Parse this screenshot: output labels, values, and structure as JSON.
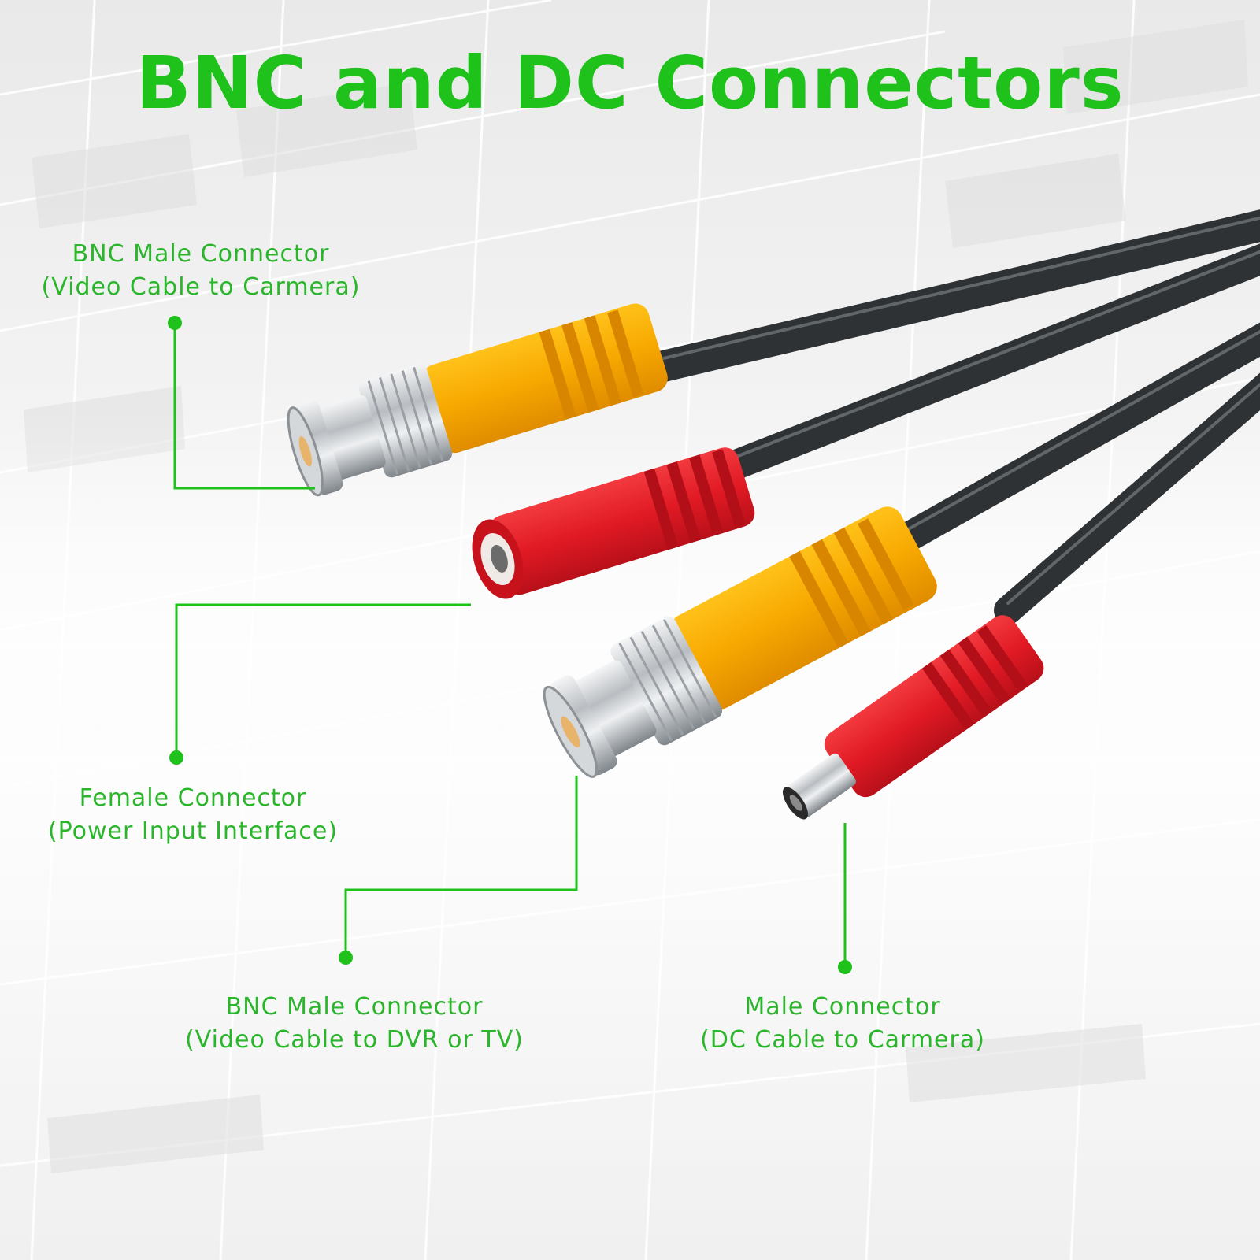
{
  "title": "BNC and DC Connectors",
  "accent_color": "#1fc11b",
  "cable_colors": {
    "cable": "#2e3234",
    "yellow_boot": "#f7a800",
    "red_boot": "#e11a24",
    "metal": "#c8cbcf"
  },
  "callouts": [
    {
      "id": "bnc-male-camera",
      "line1": "BNC Male Connector",
      "line2": "(Video Cable to Carmera)"
    },
    {
      "id": "female-power",
      "line1": "Female Connector",
      "line2": "(Power Input Interface)"
    },
    {
      "id": "bnc-male-dvr",
      "line1": "BNC Male Connector",
      "line2": "(Video Cable to DVR or TV)"
    },
    {
      "id": "male-dc",
      "line1": "Male Connector",
      "line2": "(DC Cable to Carmera)"
    }
  ]
}
